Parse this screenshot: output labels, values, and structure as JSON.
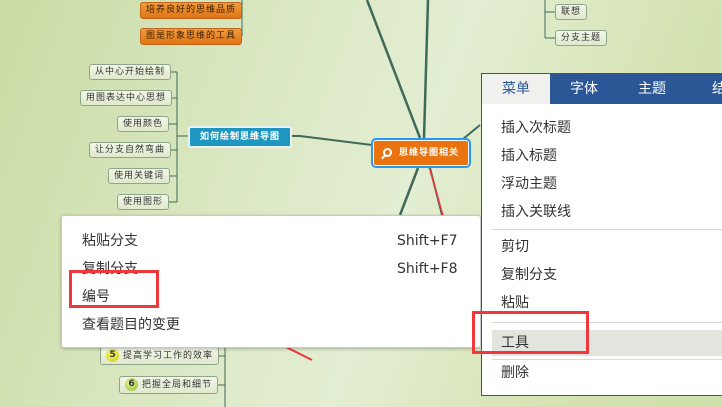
{
  "mindmap": {
    "central_topic": "思维导图相关",
    "top_left_nodes": [
      "培养良好的思维品质",
      "图是形象思维的工具"
    ],
    "top_right_nodes": [
      "联想",
      "分支主题"
    ],
    "branch_topic": "如何绘制思维导图",
    "branch_children": [
      "从中心开始绘制",
      "用图表达中心思想",
      "使用颜色",
      "让分支自然弯曲",
      "使用关键词",
      "使用图形"
    ],
    "numbered_nodes": [
      {
        "number": "5",
        "label": "提高学习工作的效率"
      },
      {
        "number": "6",
        "label": "把握全局和细节"
      }
    ],
    "icons": {
      "central": "magnifier-icon"
    }
  },
  "left_context_menu": {
    "items": [
      {
        "label": "粘贴分支",
        "shortcut": "Shift+F7"
      },
      {
        "label": "复制分支",
        "shortcut": "Shift+F8"
      },
      {
        "label": "编号",
        "shortcut": ""
      },
      {
        "label": "查看题目的变更",
        "shortcut": ""
      }
    ],
    "highlighted": "编号"
  },
  "right_panel": {
    "tabs": [
      {
        "label": "菜单",
        "active": true
      },
      {
        "label": "字体",
        "active": false
      },
      {
        "label": "主题",
        "active": false
      },
      {
        "label": "结",
        "active": false
      }
    ],
    "groups": [
      [
        "插入次标题",
        "插入标题",
        "浮动主题",
        "插入关联线"
      ],
      [
        "剪切",
        "复制分支",
        "粘贴"
      ],
      [
        "工具"
      ],
      [
        "删除"
      ]
    ],
    "hovered": "工具"
  },
  "colors": {
    "accent_blue": "#2b5797",
    "annotation_red": "#f0373b",
    "central_orange": "#e8730f",
    "branch_blue": "#1d96c0"
  }
}
